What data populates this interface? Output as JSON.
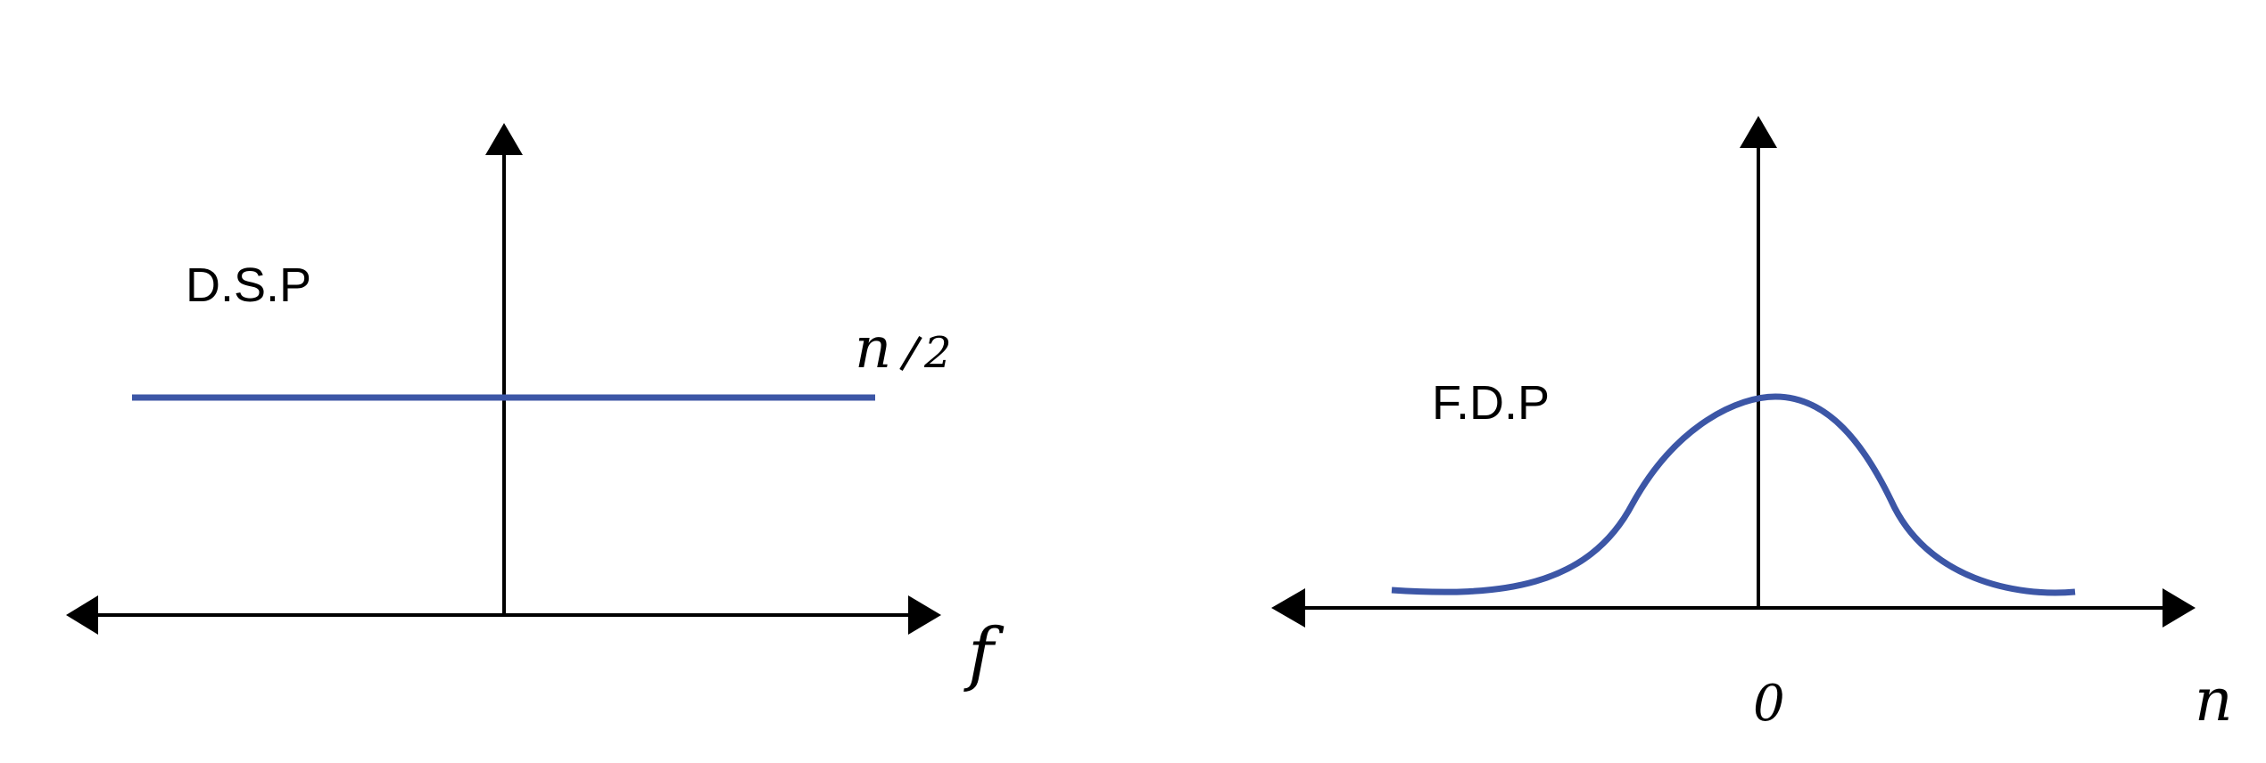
{
  "left_diagram": {
    "title": "D.S.P",
    "level_label_top": "n",
    "level_label_bottom": "2",
    "x_axis_label": "f"
  },
  "right_diagram": {
    "title": "F.D.P",
    "origin_label": "0",
    "x_axis_label": "n"
  },
  "colors": {
    "curve": "#3c56a6",
    "axes": "#000000"
  }
}
